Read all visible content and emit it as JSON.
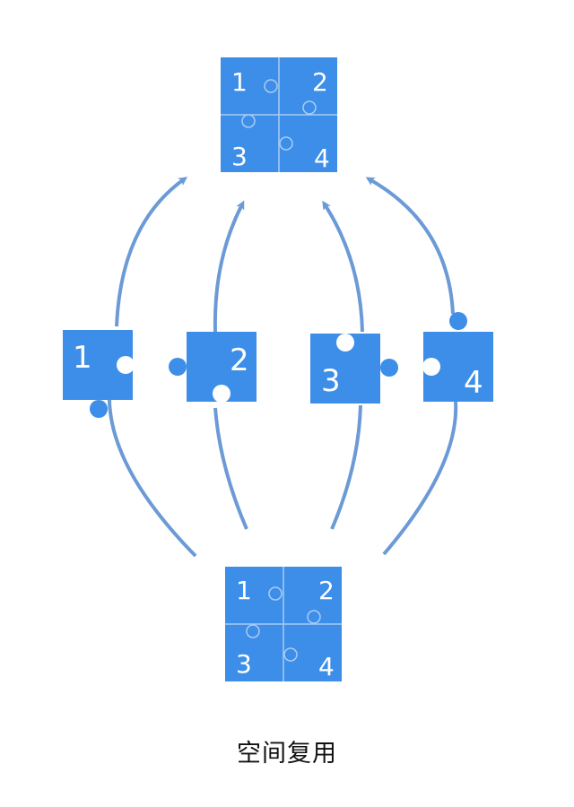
{
  "colors": {
    "piece": "#3d8ee8",
    "arrow": "#6b9ad6",
    "seam": "#a9ccf3",
    "background": "#ffffff"
  },
  "puzzle_top": {
    "labels": [
      "1",
      "2",
      "3",
      "4"
    ]
  },
  "puzzle_bottom": {
    "labels": [
      "1",
      "2",
      "3",
      "4"
    ]
  },
  "pieces": [
    {
      "label": "1"
    },
    {
      "label": "2"
    },
    {
      "label": "3"
    },
    {
      "label": "4"
    }
  ],
  "caption": "空间复用"
}
